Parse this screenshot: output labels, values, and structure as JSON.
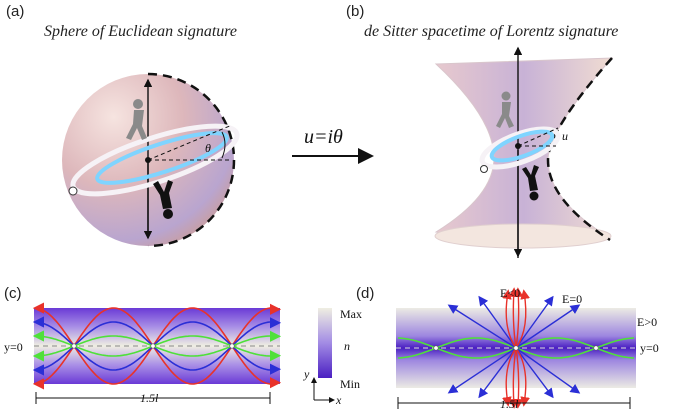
{
  "panels": {
    "a": {
      "label": "(a)",
      "title": "Sphere of Euclidean signature",
      "angle_symbol": "θ"
    },
    "b": {
      "label": "(b)",
      "title": "de Sitter spacetime of Lorentz signature",
      "param_symbol": "u"
    },
    "arrow": {
      "relation": "u=iθ"
    },
    "c": {
      "label": "(c)",
      "y_axis_label": "y=0",
      "period_label": "1.5l",
      "colorbar": {
        "max_label": "Max",
        "min_label": "Min",
        "quantity": "n"
      },
      "axes": {
        "x": "x",
        "y": "y"
      }
    },
    "d": {
      "label": "(d)",
      "y_axis_label": "y=0",
      "period_label": "1.5l",
      "energy_labels": [
        "E<0",
        "E=0",
        "E>0"
      ]
    }
  },
  "colors": {
    "red": "#e8322a",
    "blue": "#2b2fd6",
    "green": "#4fe03a",
    "purple_dark": "#5b2ad0",
    "light_blue_ring": "#7fd4ff"
  }
}
